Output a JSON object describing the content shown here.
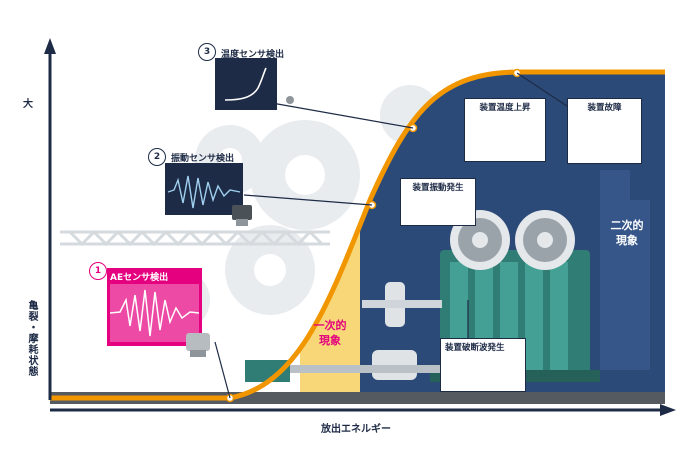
{
  "axes": {
    "y_label": "亀裂・摩耗状態",
    "y_top_label": "大",
    "x_label": "放出エネルギー"
  },
  "sensors": [
    {
      "number": "1",
      "label": "AEセンサ検出"
    },
    {
      "number": "2",
      "label": "振動センサ検出"
    },
    {
      "number": "3",
      "label": "温度センサ検出"
    }
  ],
  "phenomena": {
    "primary": "一次的\n現象",
    "secondary": "二次的\n現象"
  },
  "events": [
    {
      "label": "装置破断波発生"
    },
    {
      "label": "装置振動発生"
    },
    {
      "label": "装置温度上昇"
    },
    {
      "label": "装置故障"
    }
  ],
  "colors": {
    "curve": "#f29600",
    "dark_bg": "#2b4a78",
    "primary_zone": "#f7d778",
    "ae_card": "#e4007f",
    "navy": "#1e2b46"
  },
  "icons": [
    "gear-icon",
    "machine-icon",
    "bearing-icon",
    "wave-icon",
    "pipe-icon",
    "sensor-icon"
  ]
}
